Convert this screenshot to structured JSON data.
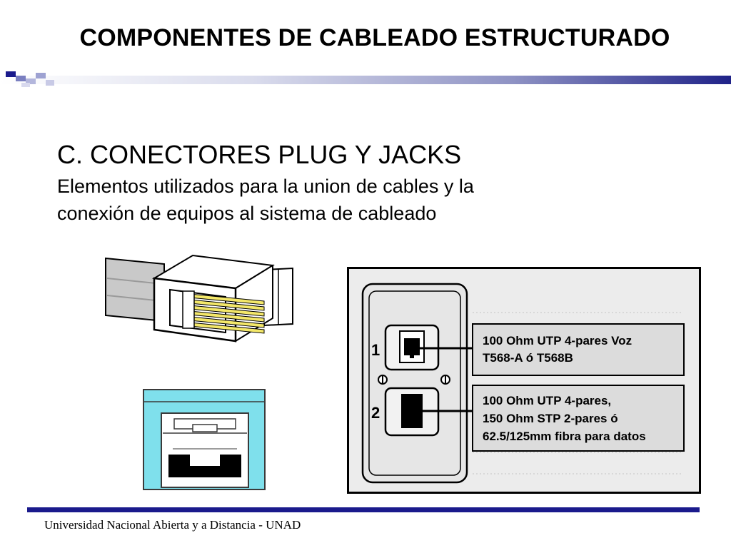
{
  "slide": {
    "title": "COMPONENTES DE CABLEADO ESTRUCTURADO",
    "subtitle": "C. CONECTORES PLUG Y JACKS",
    "description_line1": "Elementos utilizados para la union de cables y la",
    "description_line2": "conexión de equipos al sistema de cableado",
    "footer": "Universidad Nacional Abierta y a Distancia - UNAD"
  },
  "wall_plate": {
    "port1_number": "1",
    "port2_number": "2",
    "port1_label_line1": "100 Ohm UTP 4-pares Voz",
    "port1_label_line2": "T568-A ó T568B",
    "port2_label_line1": "100 Ohm UTP 4-pares,",
    "port2_label_line2": "150 Ohm STP 2-pares ó",
    "port2_label_line3": "62.5/125mm fibra para datos"
  },
  "colors": {
    "accent": "#1a1a8c",
    "jack_face": "#7fe0ec",
    "plug_contacts": "#f4e86a"
  }
}
